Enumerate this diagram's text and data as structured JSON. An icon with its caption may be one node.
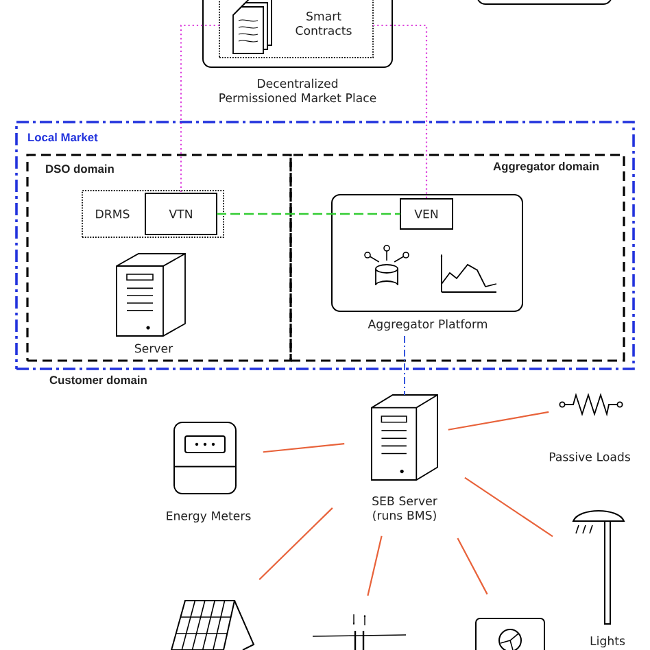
{
  "diagram": {
    "nodes": [
      {
        "text": [],
        "shape": "box",
        "beside": [
          "Decentralized Permissioned Market Place"
        ]
      },
      {
        "text": [
          "Smart Contracts"
        ],
        "in": 0
      },
      {
        "text": [],
        "shape": "box"
      },
      {
        "text": [
          "Local Market"
        ]
      },
      {
        "text": [
          "DSO domain"
        ],
        "in": 3
      },
      {
        "text": [
          "Aggregator domain"
        ],
        "in": 3
      },
      {
        "text": [
          "DRMS"
        ],
        "in": 4
      },
      {
        "text": [
          "VTN"
        ],
        "in": 6
      },
      {
        "text": [],
        "shape": "picture",
        "in": 4,
        "beside": [
          "Server"
        ]
      },
      {
        "text": [],
        "shape": "box",
        "in": 5,
        "beside": [
          "Aggregator Platform"
        ]
      },
      {
        "text": [
          "VEN"
        ],
        "in": 9
      },
      {
        "text": [],
        "shape": "picture",
        "beside": [
          "SEB Server (runs BMS)"
        ]
      },
      {
        "text": [],
        "shape": "picture",
        "beside": [
          "Energy Meters"
        ]
      },
      {
        "text": [
          "Passive Loads"
        ]
      },
      {
        "text": [],
        "shape": "picture",
        "beside": [
          "Lights"
        ]
      },
      {
        "text": [],
        "shape": "picture"
      },
      {
        "text": [],
        "shape": "picture"
      },
      {
        "text": [],
        "shape": "picture"
      }
    ],
    "edges": [
      {
        "from": 1,
        "to": 7,
        "arrow": "none",
        "style": "dashed",
        "color": "#dd44dd"
      },
      {
        "from": 1,
        "to": 10,
        "arrow": "none",
        "style": "dashed",
        "color": "#dd44dd"
      },
      {
        "from": 7,
        "to": 10,
        "arrow": "none",
        "style": "dashed",
        "color": "#33cc33"
      },
      {
        "from": 9,
        "to": 11,
        "arrow": "none",
        "style": "dashed",
        "color": "#3355dd"
      },
      {
        "from": 11,
        "to": 12,
        "arrow": "none"
      },
      {
        "from": 11,
        "to": 13,
        "arrow": "none"
      },
      {
        "from": 11,
        "to": 14,
        "arrow": "none"
      },
      {
        "from": 11,
        "to": 15,
        "arrow": "none"
      },
      {
        "from": 11,
        "to": 16,
        "arrow": "none"
      },
      {
        "from": 11,
        "to": 17,
        "arrow": "none"
      }
    ],
    "labels": [
      "Customer domain"
    ]
  }
}
